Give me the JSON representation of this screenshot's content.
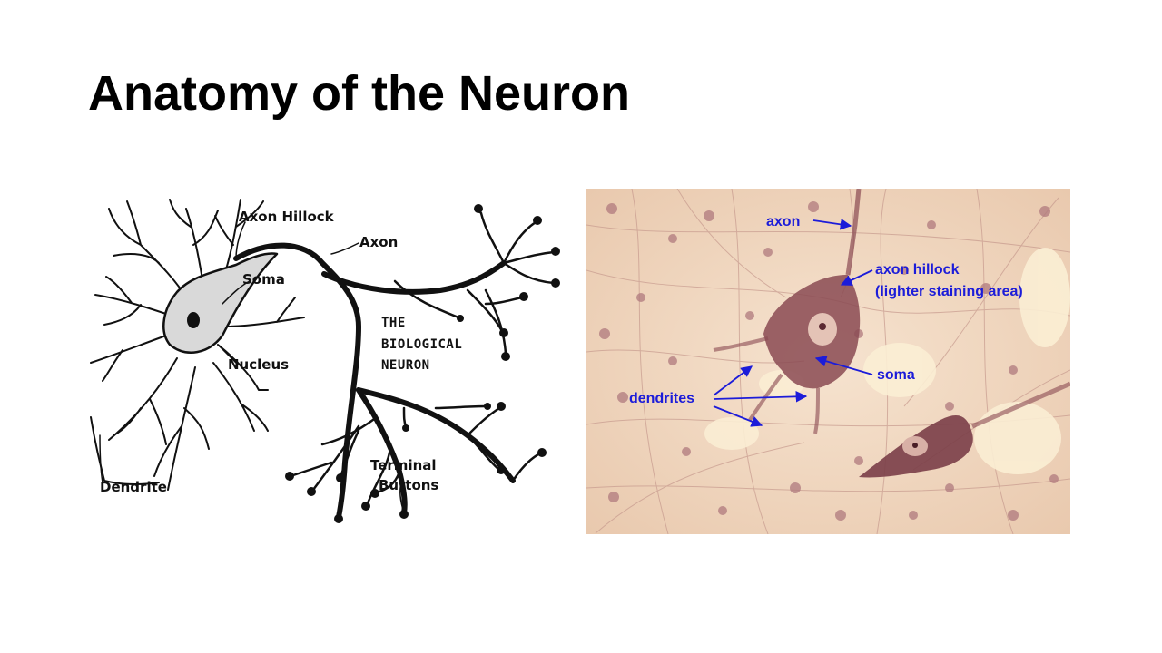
{
  "slide": {
    "title": "Anatomy of the Neuron"
  },
  "diagram": {
    "labels": {
      "axon_hillock": "Axon Hillock",
      "axon": "Axon",
      "soma": "Soma",
      "nucleus": "Nucleus",
      "dendrite": "Dendrite",
      "terminal_buttons_line1": "Terminal",
      "terminal_buttons_line2": "Buttons",
      "caption_line1": "THE",
      "caption_line2": "BIOLOGICAL",
      "caption_line3": "NEURON"
    }
  },
  "micrograph": {
    "labels": {
      "axon": "axon",
      "axon_hillock_line1": "axon hillock",
      "axon_hillock_line2": "(lighter staining area)",
      "soma": "soma",
      "dendrites": "dendrites"
    },
    "colors": {
      "label": "#1c1cd9",
      "tissue": "#f2d9bf",
      "stain": "#8a4a52"
    }
  }
}
